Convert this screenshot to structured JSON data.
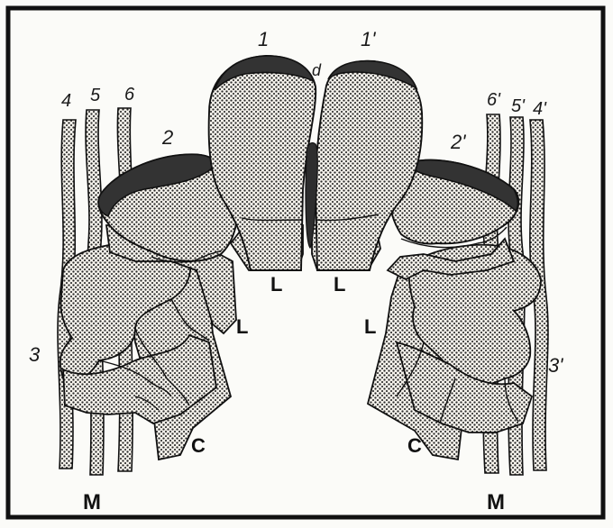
{
  "figure": {
    "labels": {
      "tooth_1": "1",
      "tooth_1p": "1'",
      "tooth_2": "2",
      "tooth_2p": "2'",
      "tooth_3": "3",
      "tooth_3p": "3'",
      "ray_4": "4",
      "ray_5": "5",
      "ray_6": "6",
      "ray_4p": "4'",
      "ray_5p": "5'",
      "ray_6p": "6'",
      "d": "d",
      "L": "L",
      "C": "C",
      "M": "M"
    },
    "colors": {
      "background": "#fbfbf8",
      "stipple": "#2a2a2a",
      "cap": "#333333",
      "outline": "#111111"
    }
  }
}
